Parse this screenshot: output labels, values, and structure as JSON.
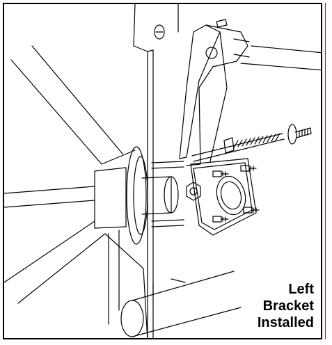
{
  "caption": {
    "line1": "Left",
    "line2": "Bracket",
    "line3": "Installed"
  },
  "colors": {
    "frame": "#000000",
    "linework": "#000000",
    "rule": "#c8141e"
  }
}
